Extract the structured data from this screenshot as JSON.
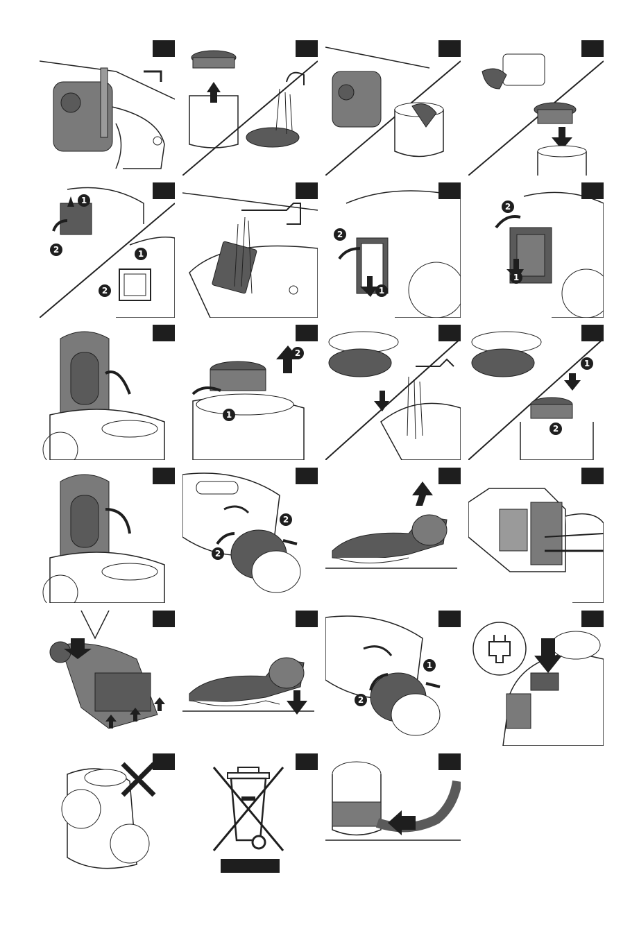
{
  "page": {
    "title": ""
  },
  "colors": {
    "ink": "#1e1e1e",
    "device": "#7a7a7a",
    "device_dark": "#5a5a5a",
    "line": "#222222",
    "paper": "#ffffff"
  },
  "panels": [
    {
      "id": 1,
      "description": "container-washing-under-tap",
      "steps": []
    },
    {
      "id": 2,
      "description": "filter-removal-and-rinse",
      "steps": []
    },
    {
      "id": 3,
      "description": "container-wipe-clean",
      "steps": []
    },
    {
      "id": 4,
      "description": "filter-wipe-and-reinsert",
      "steps": []
    },
    {
      "id": 5,
      "description": "exhaust-filter-remove",
      "steps": [
        "1",
        "2",
        "1",
        "2"
      ]
    },
    {
      "id": 6,
      "description": "exhaust-filter-rinse",
      "steps": []
    },
    {
      "id": 7,
      "description": "exhaust-filter-insert",
      "steps": [
        "2",
        "1"
      ]
    },
    {
      "id": 8,
      "description": "exhaust-grille-close",
      "steps": [
        "2",
        "1"
      ]
    },
    {
      "id": 9,
      "description": "lid-open",
      "steps": []
    },
    {
      "id": 10,
      "description": "filter-unscrew",
      "steps": [
        "1",
        "2"
      ]
    },
    {
      "id": 11,
      "description": "filter-rinse-tap",
      "steps": []
    },
    {
      "id": 12,
      "description": "filter-reattach",
      "steps": [
        "1",
        "2"
      ]
    },
    {
      "id": 13,
      "description": "lid-close",
      "steps": []
    },
    {
      "id": 14,
      "description": "hose-detach",
      "steps": [
        "2",
        "2"
      ]
    },
    {
      "id": 15,
      "description": "nozzle-lift",
      "steps": []
    },
    {
      "id": 16,
      "description": "brush-clean",
      "steps": []
    },
    {
      "id": 17,
      "description": "nozzle-press-down",
      "steps": []
    },
    {
      "id": 18,
      "description": "nozzle-attach",
      "steps": []
    },
    {
      "id": 19,
      "description": "hose-attach",
      "steps": [
        "1",
        "2"
      ]
    },
    {
      "id": 20,
      "description": "plug-cord-storage",
      "steps": []
    },
    {
      "id": 21,
      "description": "do-not-carry",
      "steps": []
    },
    {
      "id": 22,
      "description": "weee-disposal-symbol",
      "steps": []
    },
    {
      "id": 23,
      "description": "hose-connect",
      "steps": []
    }
  ]
}
